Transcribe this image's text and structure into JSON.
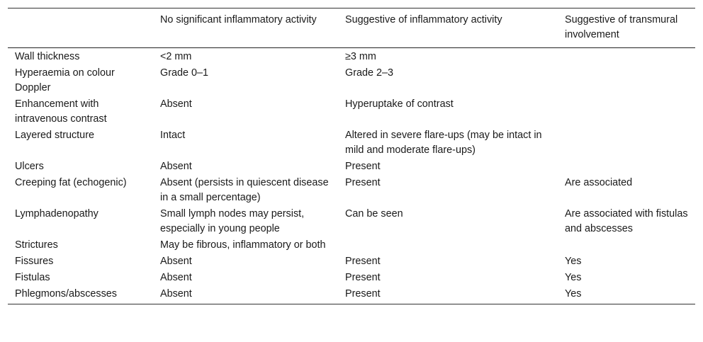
{
  "table": {
    "headers": [
      "",
      "No significant inflammatory activity",
      "Suggestive of inflammatory activity",
      "Suggestive of transmural involvement"
    ],
    "rows": [
      [
        "Wall thickness",
        "<2 mm",
        "≥3 mm",
        ""
      ],
      [
        "Hyperaemia on colour Doppler",
        "Grade 0–1",
        "Grade 2–3",
        ""
      ],
      [
        "Enhancement with intravenous contrast",
        "Absent",
        "Hyperuptake of contrast",
        ""
      ],
      [
        "Layered structure",
        "Intact",
        "Altered in severe flare-ups (may be intact in mild and moderate flare-ups)",
        ""
      ],
      [
        "Ulcers",
        "Absent",
        "Present",
        ""
      ],
      [
        "Creeping fat (echogenic)",
        "Absent (persists in quiescent disease in a small percentage)",
        "Present",
        "Are associated"
      ],
      [
        "Lymphadenopathy",
        "Small lymph nodes may persist, especially in young people",
        "Can be seen",
        "Are associated with fistulas and abscesses"
      ],
      [
        "Strictures",
        "May be fibrous, inflammatory or both",
        "",
        ""
      ],
      [
        "Fissures",
        "Absent",
        "Present",
        "Yes"
      ],
      [
        "Fistulas",
        "Absent",
        "Present",
        "Yes"
      ],
      [
        "Phlegmons/abscesses",
        "Absent",
        "Present",
        "Yes"
      ]
    ]
  }
}
